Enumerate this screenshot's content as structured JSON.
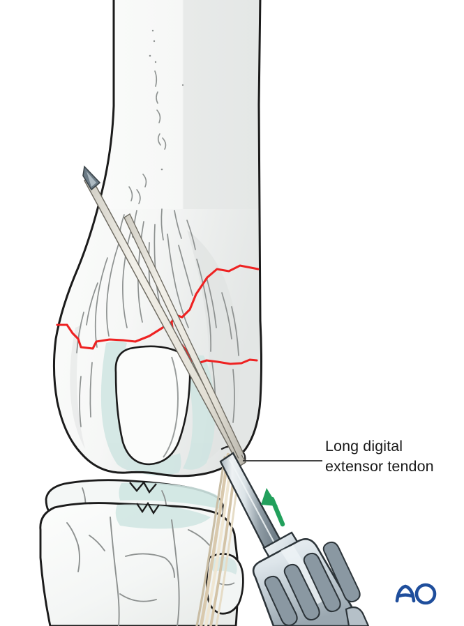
{
  "illustration": {
    "title": "Distal femur fracture fixation — K-wire insertion",
    "view": "anteroposterior",
    "anatomy": [
      "femoral shaft",
      "distal femur condyles",
      "intercondylar fossa",
      "articular cartilage",
      "patella",
      "tibial plateau",
      "fibular head"
    ]
  },
  "annotations": {
    "tendon_label": {
      "line1": "Long digital",
      "line2": "extensor tendon",
      "leader_line": true
    },
    "direction_arrow": {
      "name": "insertion-direction-arrow",
      "color": "#22a05c",
      "points": "up-left"
    }
  },
  "instruments": {
    "kwire": {
      "name": "kirschner-wire",
      "tip": "beveled trocar point",
      "color": "#e9e7e0"
    },
    "drill": {
      "name": "power-drill-chuck",
      "shaft_color": "#8e9aa3",
      "body_color": "#c2ccd3"
    }
  },
  "colors": {
    "bone_fill": "#f7f8f7",
    "bone_shadow": "#e7e9e8",
    "bone_outline": "#1b1b1b",
    "cartilage": "#cfe5e2",
    "fracture_red": "#ee2222",
    "tendon": "#d9c9ad",
    "metal_light": "#e8edf0",
    "metal_dark": "#7d8b95",
    "logo_blue": "#1f4e9c",
    "label_text": "#1a1a1a"
  },
  "logo": {
    "name": "ao-foundation-logo",
    "text": "AO"
  }
}
